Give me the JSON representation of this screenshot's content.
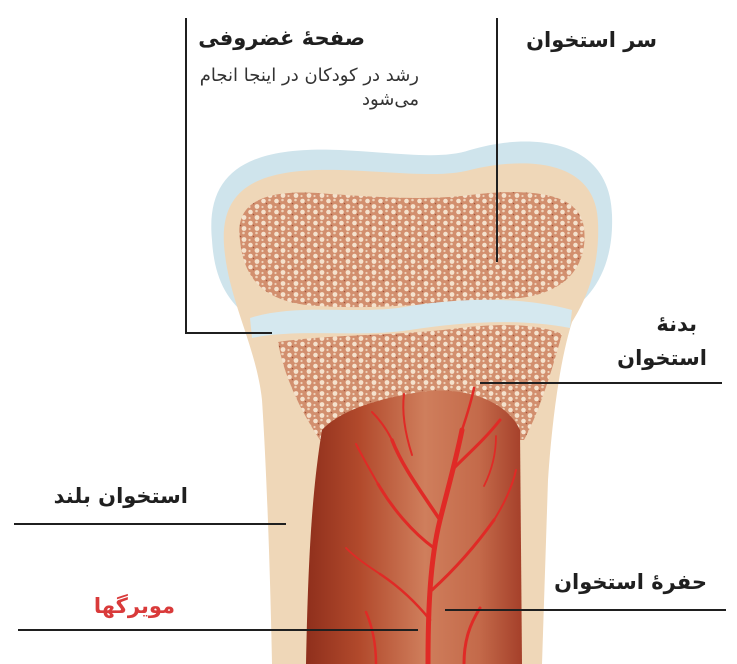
{
  "labels": {
    "growth_plate": {
      "title": "صفحهٔ غضروفی",
      "note": "رشد در کودکان در اینجا انجام می‌شود"
    },
    "bone_head": "سر استخوان",
    "bone_body": {
      "line1": "بدنهٔ",
      "line2": "استخوان"
    },
    "long_bone": "استخوان بلند",
    "bone_cavity": "حفرهٔ استخوان",
    "capillaries": "مویرگها"
  },
  "colors": {
    "cartilage": "#cfe4ec",
    "bone_outer": "#efd7b8",
    "spongy_bone": "#d9987a",
    "spongy_pore": "#f6e4d0",
    "marrow": "#b8502f",
    "vessel": "#e02a26",
    "capillary_label": "#d93a3a",
    "leader_line": "#1f1f1f"
  }
}
